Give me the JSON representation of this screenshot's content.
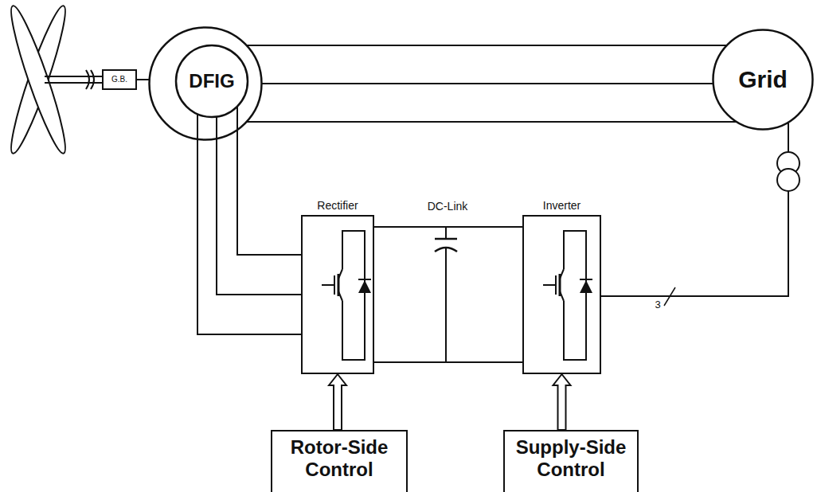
{
  "diagram": {
    "nodes": [
      {
        "text": [
          "G.B."
        ]
      },
      {
        "text": [
          "DFIG"
        ]
      },
      {
        "text": [
          "Grid"
        ]
      },
      {
        "text": [
          "Rectifier"
        ]
      },
      {
        "text": [
          "Inverter"
        ]
      },
      {
        "text": [
          "Rotor-Side Control"
        ]
      },
      {
        "text": [
          "Supply-Side Control"
        ]
      }
    ],
    "edges": [
      {
        "from": 0,
        "to": 1,
        "arrow": "none"
      },
      {
        "from": 1,
        "to": 2,
        "arrow": "none"
      },
      {
        "from": 1,
        "to": 2,
        "arrow": "none"
      },
      {
        "from": 1,
        "to": 2,
        "arrow": "none"
      },
      {
        "from": 1,
        "to": 3,
        "arrow": "none"
      },
      {
        "from": 1,
        "to": 3,
        "arrow": "none"
      },
      {
        "from": 1,
        "to": 3,
        "arrow": "none"
      },
      {
        "from": 3,
        "to": 4,
        "arrow": "none"
      },
      {
        "from": 3,
        "to": 4,
        "arrow": "none"
      },
      {
        "from": 4,
        "to": 2,
        "arrow": "none"
      },
      {
        "from": 5,
        "to": 3,
        "arrow": "to"
      },
      {
        "from": 6,
        "to": 4,
        "arrow": "to"
      }
    ],
    "labels": [
      "DC-Link",
      "3"
    ]
  }
}
